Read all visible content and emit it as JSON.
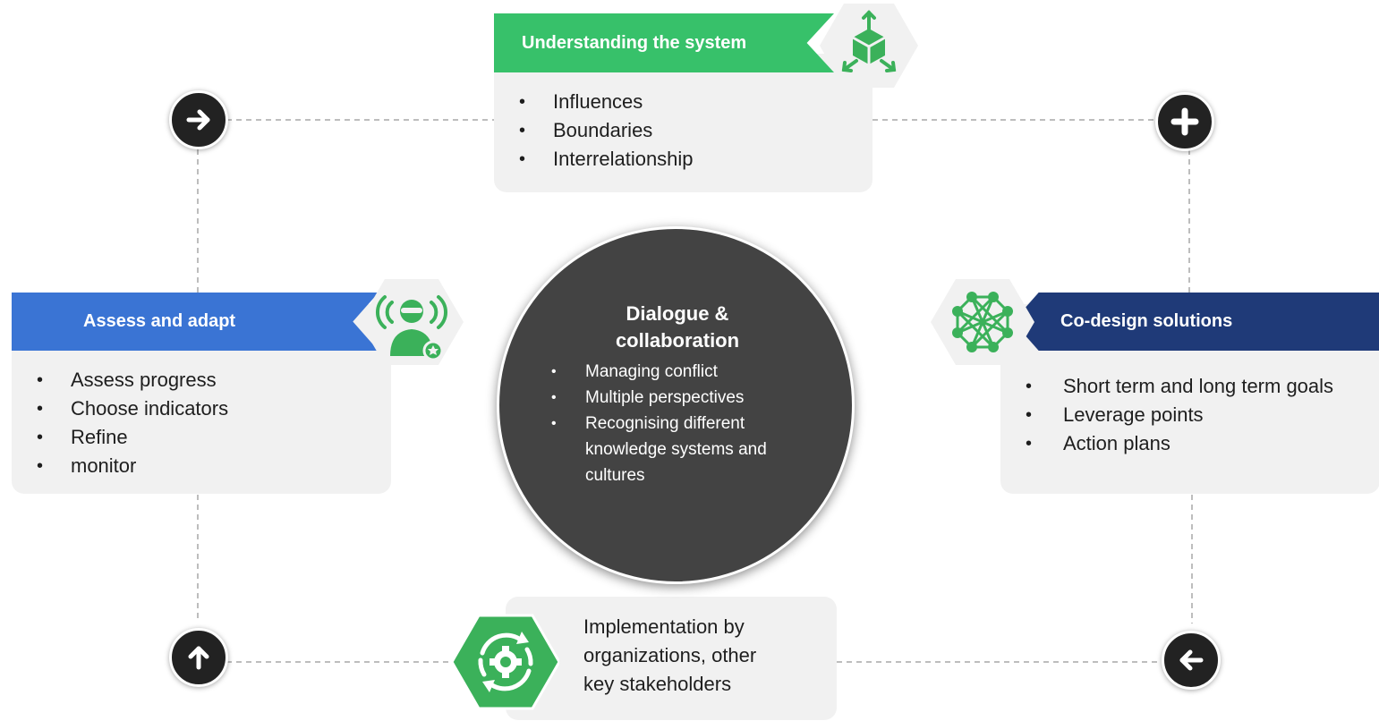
{
  "top": {
    "title": "Understanding the system",
    "items": [
      "Influences",
      "Boundaries",
      "Interrelationship"
    ],
    "icon": "system-cube-icon"
  },
  "left": {
    "title": "Assess and adapt",
    "items": [
      "Assess progress",
      "Choose indicators",
      "Refine",
      "monitor"
    ],
    "icon": "person-broadcast-icon"
  },
  "right": {
    "title": "Co-design solutions",
    "items": [
      "Short term and long term goals",
      "Leverage points",
      "Action plans"
    ],
    "icon": "network-icon"
  },
  "bottom": {
    "text_lines": [
      "Implementation by",
      "organizations, other",
      "key stakeholders"
    ],
    "icon": "gear-cycle-icon"
  },
  "center": {
    "title_lines": [
      "Dialogue &",
      "collaboration"
    ],
    "items": [
      "Managing conflict",
      "Multiple perspectives",
      "Recognising different",
      "knowledge systems and",
      "cultures"
    ]
  },
  "corner_icons": [
    "arrow-right-icon",
    "plus-icon",
    "arrow-left-icon",
    "arrow-up-icon"
  ],
  "colors": {
    "green": "#37c16a",
    "blue": "#3a74d4",
    "navy": "#1f3a78",
    "dark": "#434343",
    "card": "#f1f1f1",
    "icon_green": "#3bb15a"
  }
}
